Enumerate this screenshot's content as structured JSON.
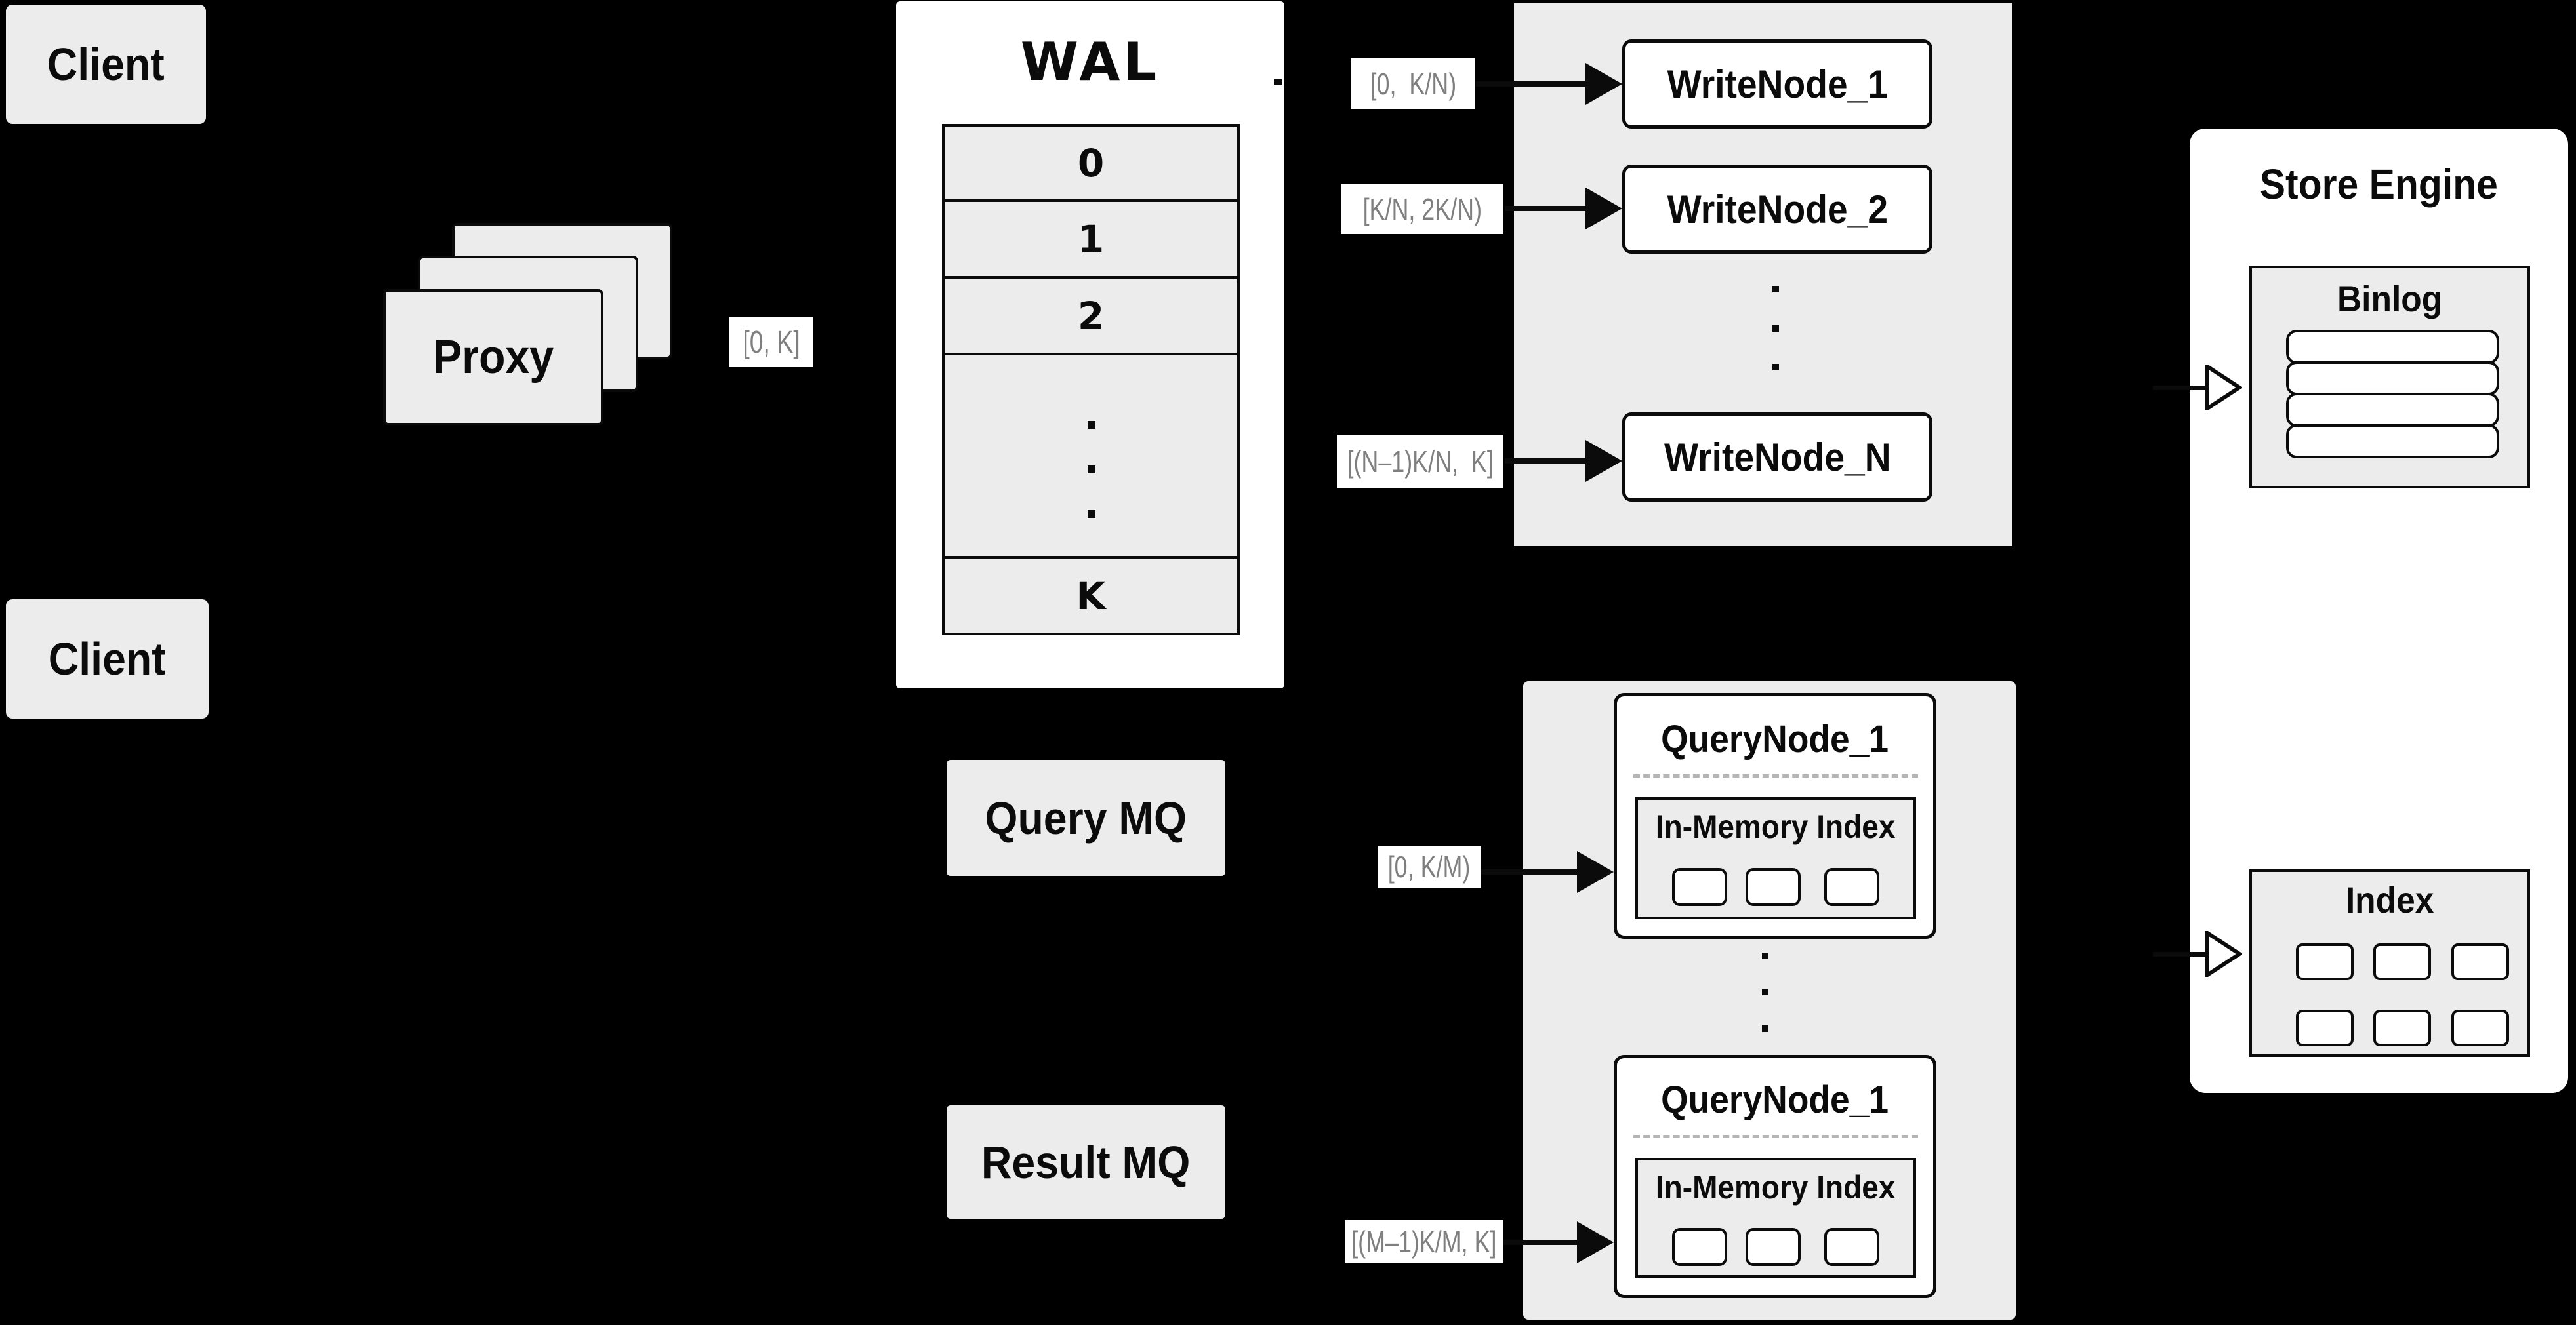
{
  "diagram": {
    "clients": {
      "top": "Client",
      "bottom": "Client"
    },
    "proxy": {
      "label": "Proxy"
    },
    "ranges": {
      "proxy_to_wal": "[0, K]",
      "write_1": "[0,  K/N)",
      "write_2": "[K/N, 2K/N)",
      "write_n": "[(N–1)K/N,  K]",
      "query_1": "[0, K/M)",
      "query_m": "[(M–1)K/M, K]"
    },
    "wal": {
      "title": "WAL",
      "rows": [
        "0",
        "1",
        "2",
        "K"
      ]
    },
    "write_nodes": {
      "node_1": "WriteNode_1",
      "node_2": "WriteNode_2",
      "node_n": "WriteNode_N"
    },
    "mq": {
      "query": "Query MQ",
      "result": "Result MQ"
    },
    "query_nodes": {
      "top": {
        "title": "QueryNode_1",
        "inner": "In-Memory Index"
      },
      "bottom": {
        "title": "QueryNode_1",
        "inner": "In-Memory Index"
      }
    },
    "store_engine": {
      "title": "Store Engine",
      "binlog": "Binlog",
      "index": "Index"
    },
    "colors": {
      "background": "#000000",
      "panel": "#ececec",
      "node_fill": "#ffffff",
      "border": "#0b0b0b",
      "range_text": "#7f7f7f"
    }
  }
}
